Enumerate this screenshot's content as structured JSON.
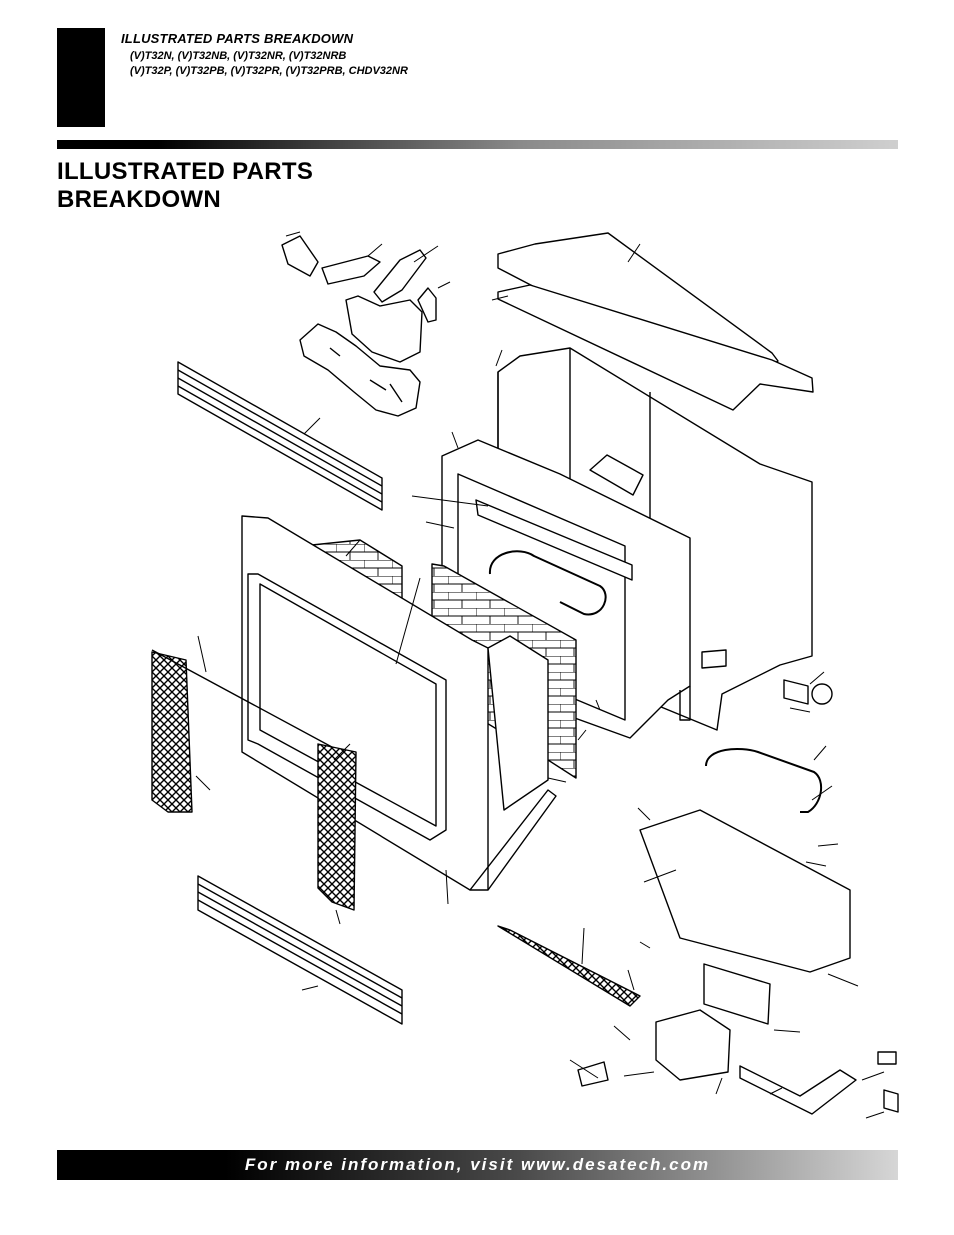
{
  "header": {
    "title": "ILLUSTRATED PARTS BREAKDOWN",
    "models_line1": "(V)T32N, (V)T32NB, (V)T32NR, (V)T32NRB",
    "models_line2": "(V)T32P, (V)T32PB, (V)T32PR, (V)T32PRB, CHDV32NR"
  },
  "page": {
    "title_line1": "ILLUSTRATED PARTS",
    "title_line2": "BREAKDOWN"
  },
  "footer": {
    "text": "For more information, visit www.desatech.com"
  }
}
